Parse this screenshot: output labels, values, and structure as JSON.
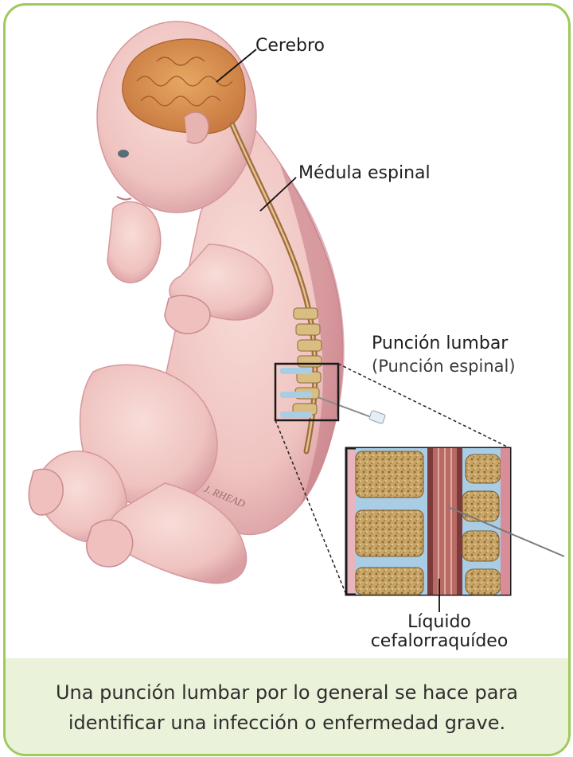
{
  "labels": {
    "brain": "Cerebro",
    "spinal_cord": "Médula espinal",
    "lumbar_puncture": "Punción lumbar",
    "lumbar_puncture_alt": "(Punción espinal)",
    "csf_line1": "Líquido",
    "csf_line2": "cefalorraquídeo"
  },
  "signature": "J. RHEAD",
  "caption": "Una punción lumbar por lo general se hace para identificar una infección o enfermedad grave.",
  "colors": {
    "border": "#9fca5a",
    "caption_band": "#eaf2d9",
    "skin": "#f1cbc8",
    "skin_shadow": "#d8959a",
    "brain": "#d9924f",
    "bone": "#c9a566",
    "disc": "#a9cde4"
  }
}
